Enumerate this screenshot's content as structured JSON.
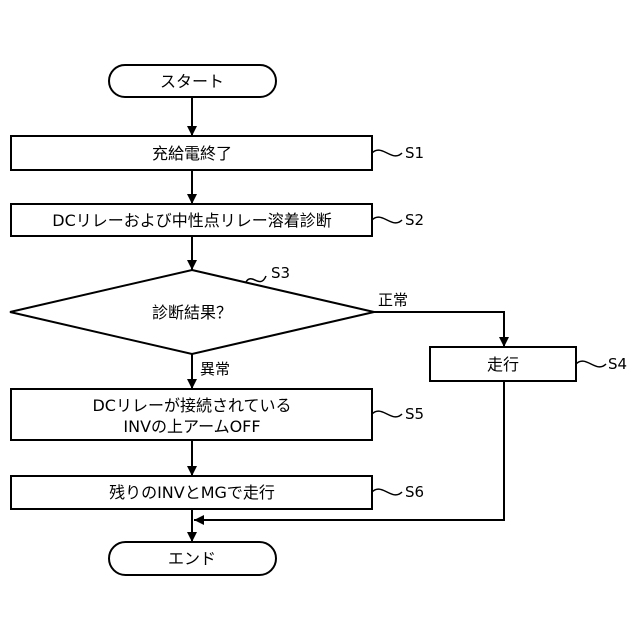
{
  "diagram": {
    "nodes": {
      "start": {
        "text": "スタート"
      },
      "s1": {
        "text": "充給電終了"
      },
      "s2": {
        "text": "DCリレーおよび中性点リレー溶着診断"
      },
      "s3": {
        "text": "診断結果？"
      },
      "s4": {
        "text": "走行"
      },
      "s5": {
        "line1": "DCリレーが接続されている",
        "line2": "INVの上アームOFF"
      },
      "s6": {
        "text": "残りのINVとMGで走行"
      },
      "end": {
        "text": "エンド"
      }
    },
    "edges": {
      "abnormal": "異常",
      "normal": "正常"
    },
    "step_labels": {
      "s1": "S1",
      "s2": "S2",
      "s3": "S3",
      "s4": "S4",
      "s5": "S5",
      "s6": "S6"
    }
  }
}
